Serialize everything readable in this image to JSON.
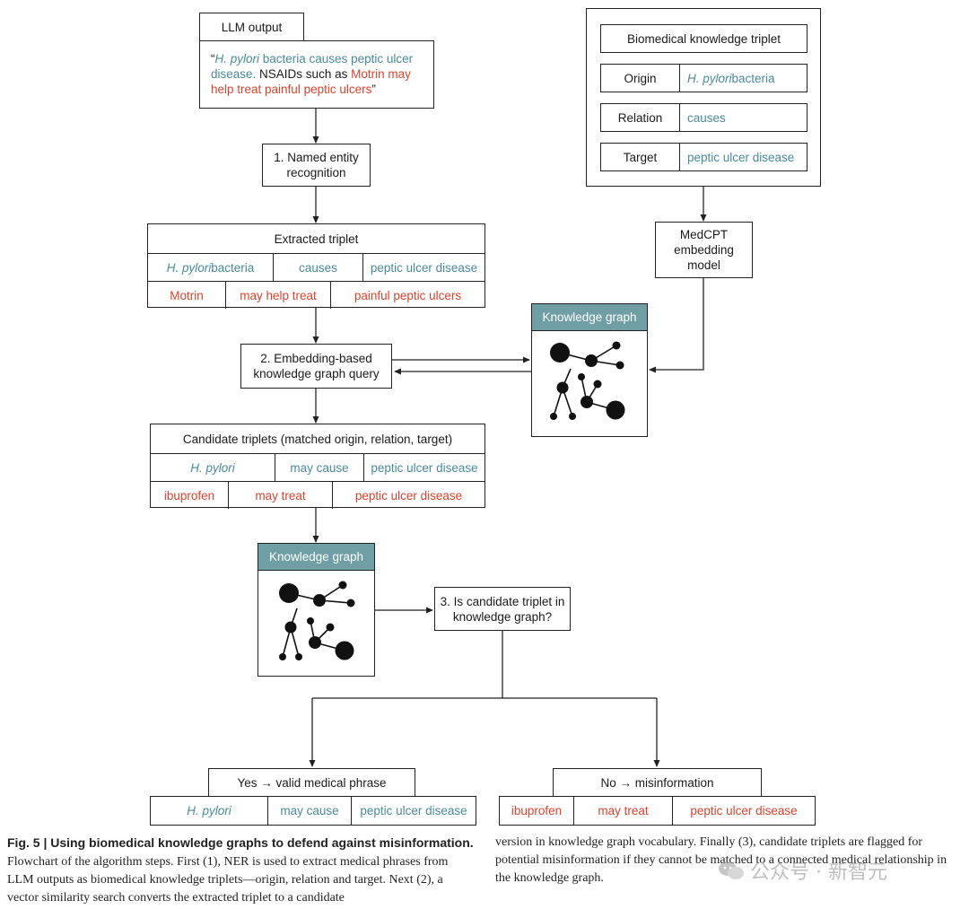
{
  "llm_output": {
    "title": "LLM output",
    "quote_open": "“",
    "quote_teal": "H. pylori",
    "quote_teal_rest": " bacteria causes peptic ulcer disease.",
    "quote_mid": " NSAIDs such as ",
    "quote_red1": "Motrin may help treat painful peptic ulcers",
    "quote_close": "”"
  },
  "step1": {
    "label": "1. Named entity recognition"
  },
  "extracted": {
    "title": "Extracted triplet",
    "row1": {
      "a_italic": "H. pylori",
      "a_rest": " bacteria",
      "b": "causes",
      "c": "peptic ulcer disease"
    },
    "row2": {
      "a": "Motrin",
      "b": "may help treat",
      "c": "painful peptic ulcers"
    }
  },
  "step2": {
    "label": "2. Embedding-based knowledge graph query"
  },
  "candidates": {
    "title": "Candidate triplets (matched origin, relation, target)",
    "row1": {
      "a": "H. pylori",
      "b": "may cause",
      "c": "peptic ulcer disease"
    },
    "row2": {
      "a": "ibuprofen",
      "b": "may treat",
      "c": "peptic ulcer disease"
    }
  },
  "kg_label": "Knowledge graph",
  "step3": {
    "label": "3. Is candidate triplet in knowledge graph?"
  },
  "yes": {
    "title": "Yes → valid medical phrase",
    "row": {
      "a": "H. pylori",
      "b": "may cause",
      "c": "peptic ulcer disease"
    }
  },
  "no": {
    "title": "No → misinformation",
    "row": {
      "a": "ibuprofen",
      "b": "may treat",
      "c": "peptic ulcer disease"
    }
  },
  "biomed": {
    "title": "Biomedical knowledge triplet",
    "origin_label": "Origin",
    "origin_italic": "H. pylori",
    "origin_rest": " bacteria",
    "relation_label": "Relation",
    "relation_value": "causes",
    "target_label": "Target",
    "target_value": "peptic ulcer disease"
  },
  "medcpt": {
    "label": "MedCPT embedding model"
  },
  "caption": {
    "bold": "Fig. 5 | Using biomedical knowledge graphs to defend against misinformation.",
    "left": "Flowchart of the algorithm steps. First (1), NER is used to extract medical phrases from LLM outputs as biomedical knowledge triplets—origin, relation and target. Next (2), a vector similarity search converts the extracted triplet to a candidate",
    "right": "version in knowledge graph vocabulary. Finally (3), candidate triplets are flagged for potential misinformation if they cannot be matched to a connected medical relationship in the knowledge graph."
  },
  "watermark": "公众号 · 新智元",
  "colors": {
    "teal": "#4a8a9a",
    "red": "#d9432e",
    "kg_header": "#6f9ea4"
  }
}
